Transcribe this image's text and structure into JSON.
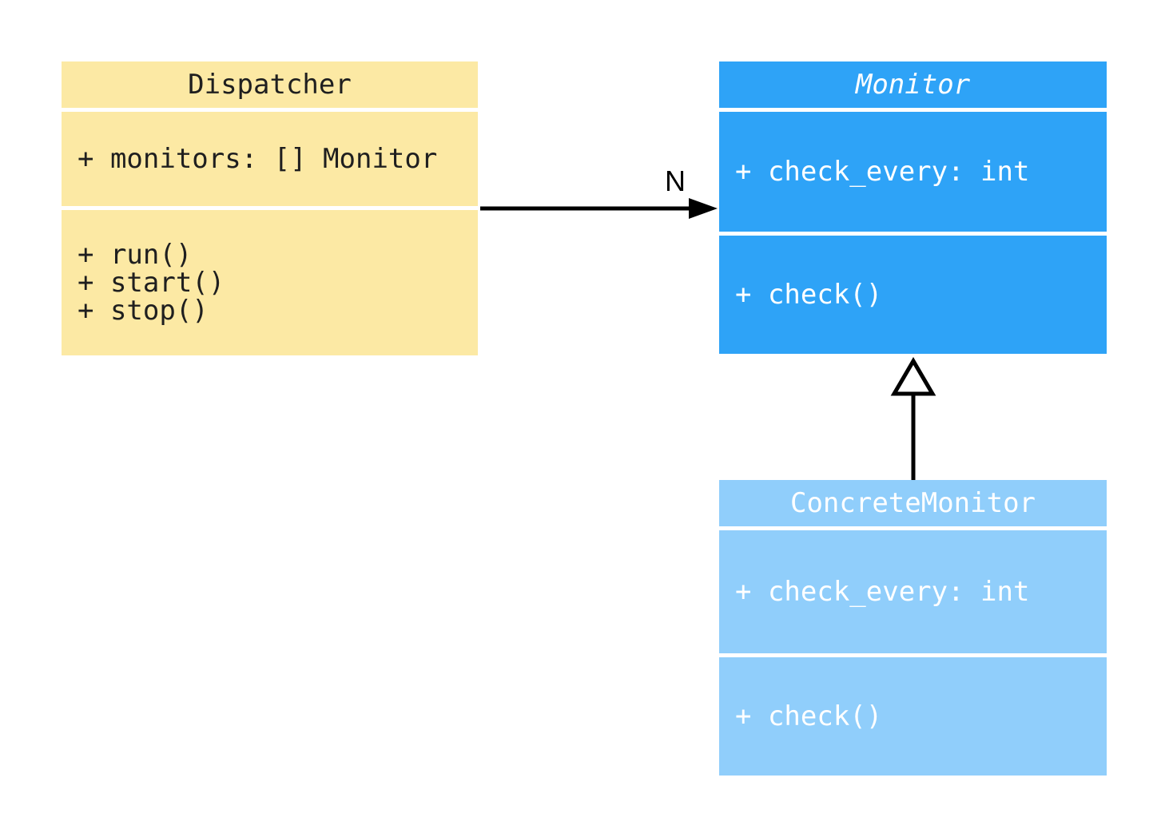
{
  "canvas": {
    "background": "#ffffff"
  },
  "classes": [
    {
      "name": "Dispatcher",
      "abstract": false,
      "fill": "#FCE9A4",
      "text_color": "#1f1f1f",
      "attributes": [
        "+ monitors: [] Monitor"
      ],
      "methods": [
        "+ run()",
        "+ start()",
        "+ stop()"
      ]
    },
    {
      "name": "Monitor",
      "abstract": true,
      "fill": "#2EA3F7",
      "text_color": "#ffffff",
      "attributes": [
        "+ check_every: int"
      ],
      "methods": [
        "+ check()"
      ]
    },
    {
      "name": "ConcreteMonitor",
      "abstract": false,
      "fill": "#90CEFB",
      "text_color": "#ffffff",
      "attributes": [
        "+ check_every: int"
      ],
      "methods": [
        "+ check()"
      ]
    }
  ],
  "relations": [
    {
      "type": "association",
      "from": "Dispatcher",
      "to": "Monitor",
      "label": "N",
      "line_color": "#000000"
    },
    {
      "type": "inheritance",
      "from": "ConcreteMonitor",
      "to": "Monitor",
      "line_color": "#000000"
    }
  ]
}
